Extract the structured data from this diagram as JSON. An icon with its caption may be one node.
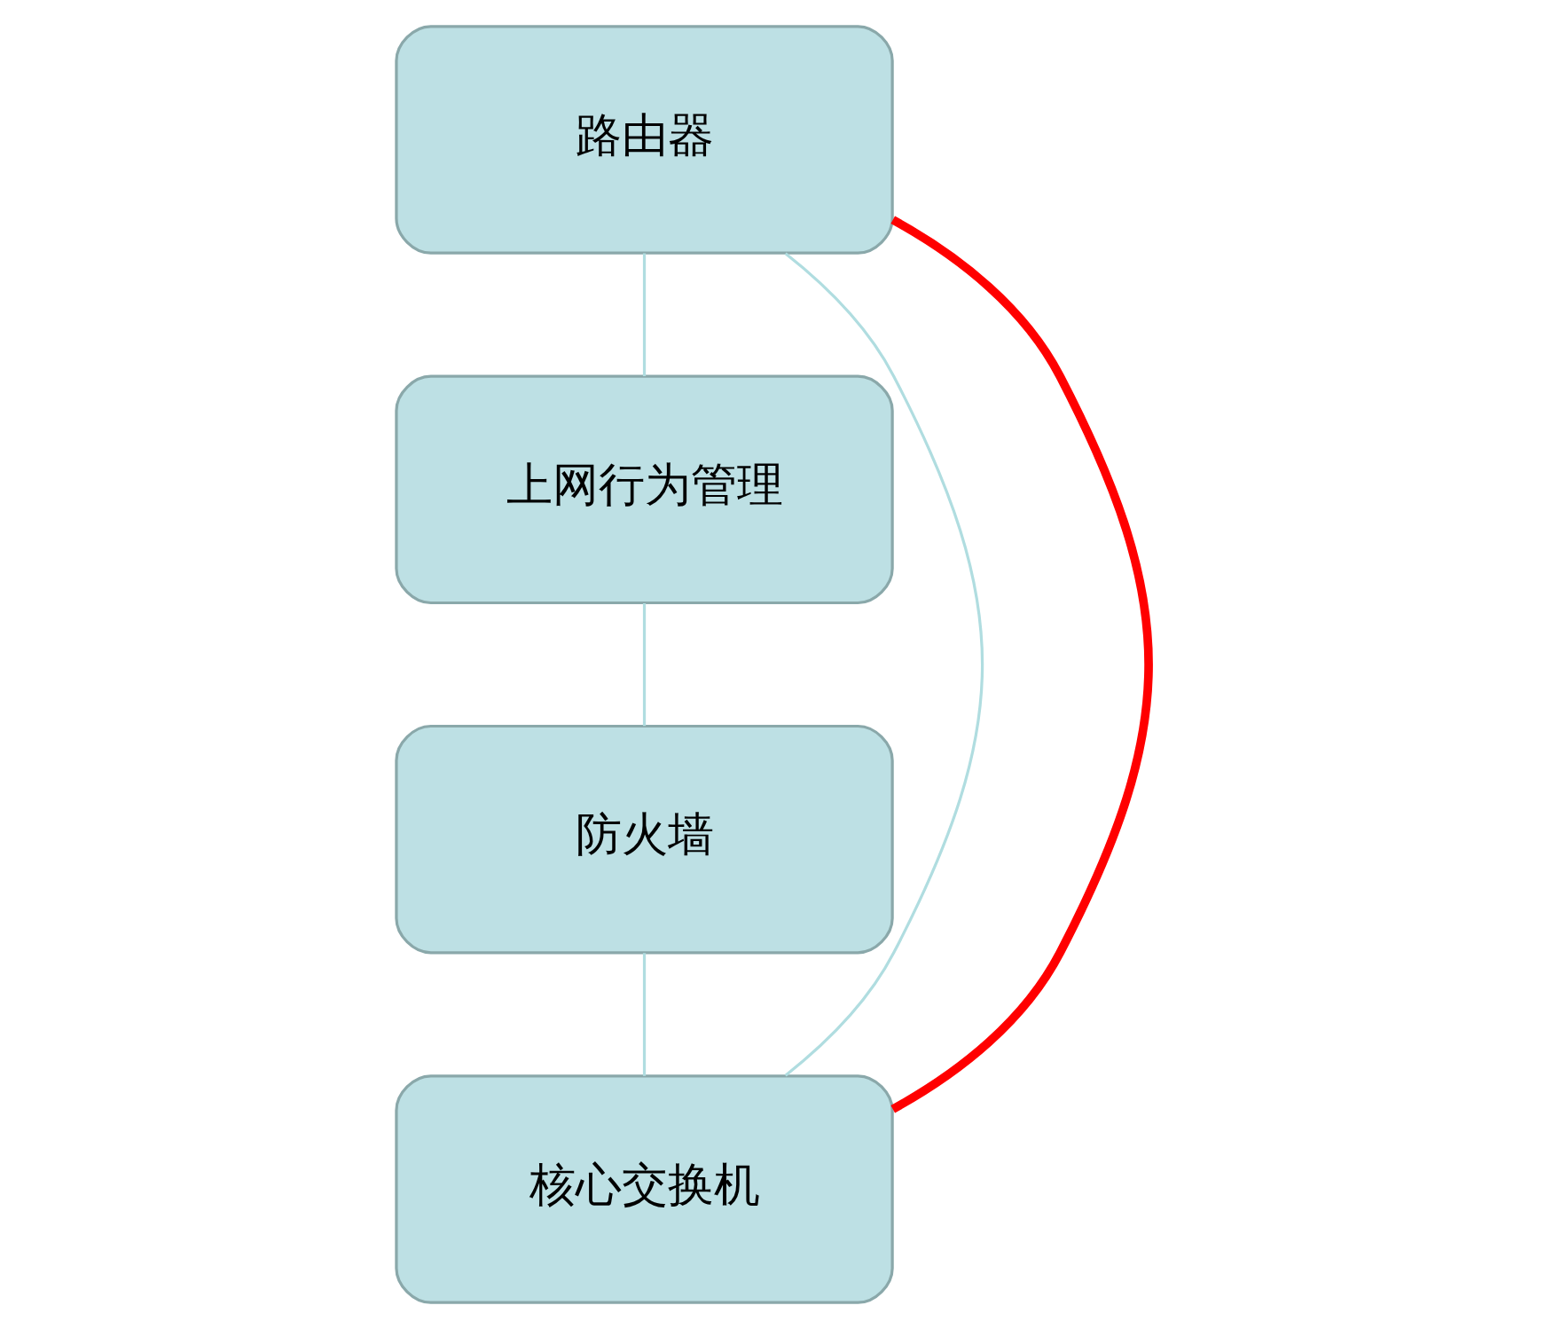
{
  "diagram": {
    "nodes": [
      {
        "text": [
          "路由器"
        ]
      },
      {
        "text": [
          "上网行为管理"
        ]
      },
      {
        "text": [
          "防火墙"
        ]
      },
      {
        "text": [
          "核心交换机"
        ]
      }
    ],
    "edges": [
      {
        "from": 0,
        "to": 1,
        "arrow": "none"
      },
      {
        "from": 1,
        "to": 2,
        "arrow": "none"
      },
      {
        "from": 2,
        "to": 3,
        "arrow": "none"
      },
      {
        "from": 0,
        "to": 3,
        "arrow": "none"
      },
      {
        "from": 0,
        "to": 3,
        "arrow": "none",
        "style": "thick",
        "color": "#ff0000"
      }
    ]
  }
}
